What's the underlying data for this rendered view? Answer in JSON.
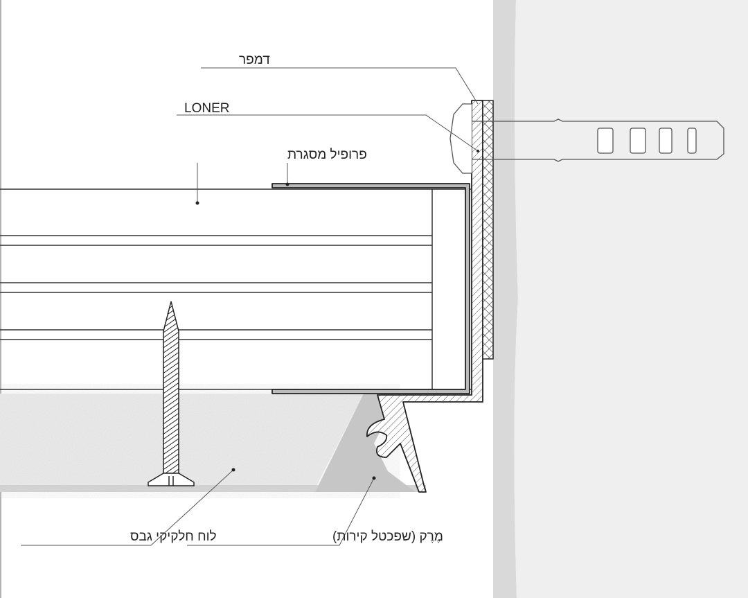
{
  "title": "Ceiling gypsum board edge detail with frame profile and damper",
  "labels": {
    "damper": "דמפר",
    "loner": "LONER",
    "frame_profile": "פרופיל מסגרת",
    "gypsum_board": "לוח חלקיקי גבס",
    "filler": "מֶרֶק (שפכטל קירות)"
  },
  "colors": {
    "wall": "#d9d9d9",
    "wall_face": "#efefef",
    "gypsum": "#ececec",
    "filler": "#c6c6c6",
    "line": "#333333"
  }
}
